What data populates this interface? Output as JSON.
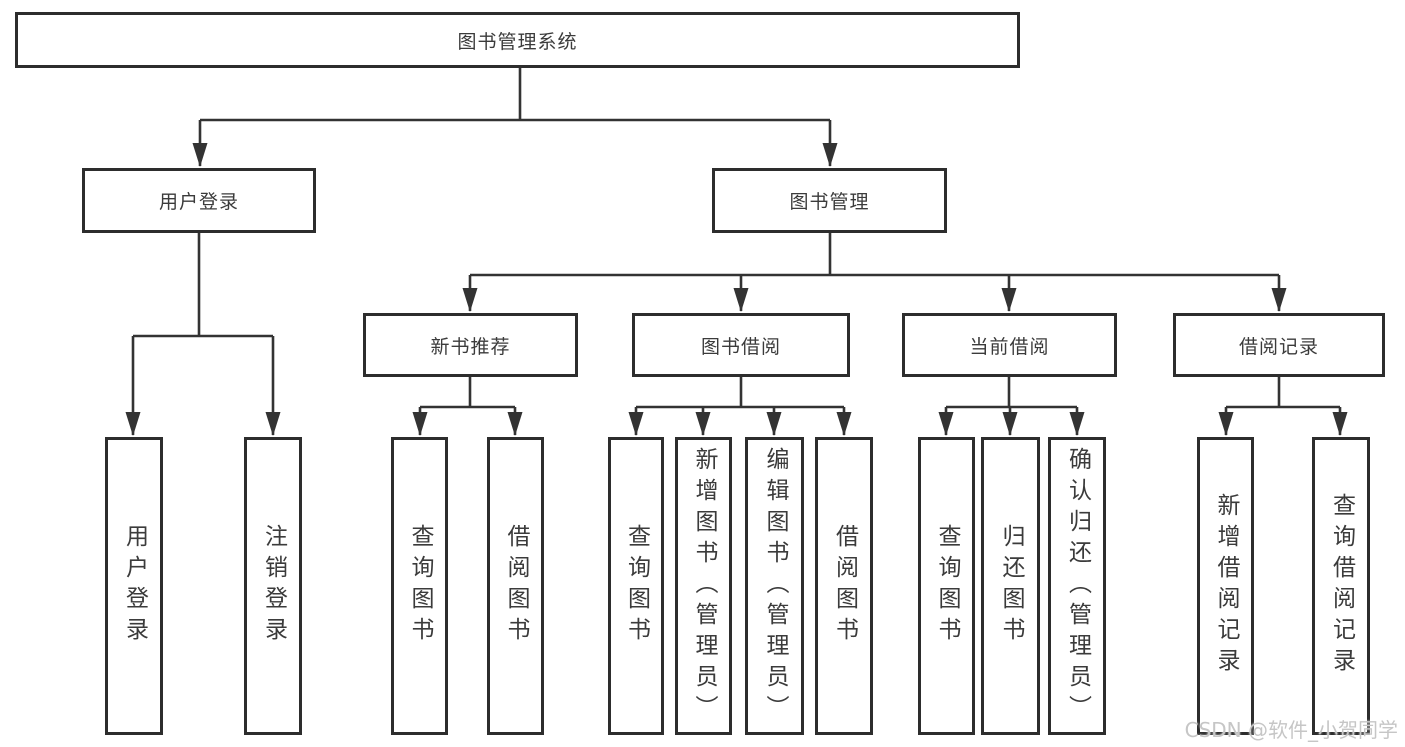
{
  "diagram": {
    "root": {
      "label": "图书管理系统"
    },
    "level2": [
      {
        "id": "user-login",
        "label": "用户登录"
      },
      {
        "id": "book-management",
        "label": "图书管理"
      }
    ],
    "level3": [
      {
        "id": "new-book-recommend",
        "label": "新书推荐"
      },
      {
        "id": "book-borrow",
        "label": "图书借阅"
      },
      {
        "id": "current-borrow",
        "label": "当前借阅"
      },
      {
        "id": "borrow-records",
        "label": "借阅记录"
      }
    ],
    "leaves": [
      {
        "parent": "用户登录",
        "label": "用户登录"
      },
      {
        "parent": "用户登录",
        "label": "注销登录"
      },
      {
        "parent": "新书推荐",
        "label": "查询图书"
      },
      {
        "parent": "新书推荐",
        "label": "借阅图书"
      },
      {
        "parent": "图书借阅",
        "label": "查询图书"
      },
      {
        "parent": "图书借阅",
        "label": "新增图书（管理员）"
      },
      {
        "parent": "图书借阅",
        "label": "编辑图书（管理员）"
      },
      {
        "parent": "图书借阅",
        "label": "借阅图书"
      },
      {
        "parent": "当前借阅",
        "label": "查询图书"
      },
      {
        "parent": "当前借阅",
        "label": "归还图书"
      },
      {
        "parent": "当前借阅",
        "label": "确认归还（管理员）"
      },
      {
        "parent": "借阅记录",
        "label": "新增借阅记录"
      },
      {
        "parent": "借阅记录",
        "label": "查询借阅记录"
      }
    ]
  },
  "watermark": {
    "text": "CSDN @软件_小贺同学"
  },
  "colors": {
    "line": "#333333",
    "box_border": "#2d2d2d",
    "text": "#3b3b3b",
    "box_background": "#ffffff",
    "page_background": "#ffffff",
    "watermark": "#c6c6c6"
  }
}
